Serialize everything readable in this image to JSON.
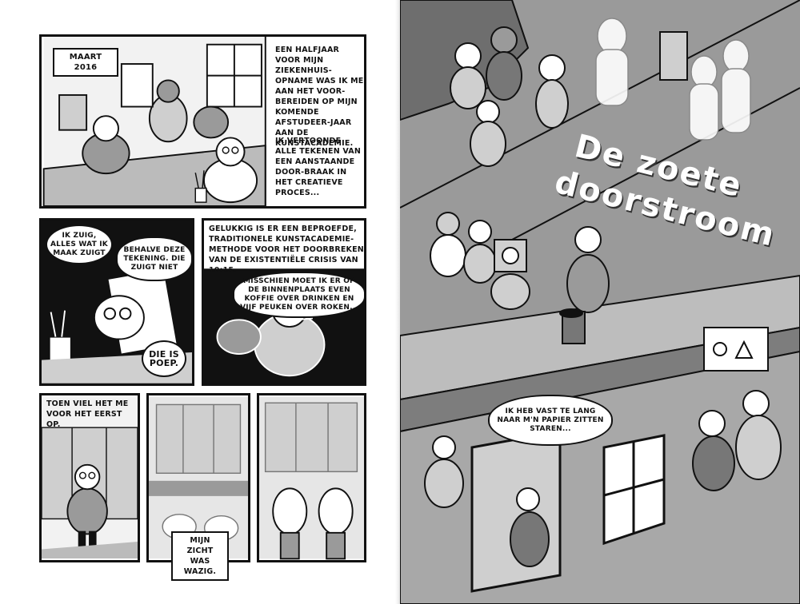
{
  "left_page": {
    "panel1": {
      "date_label": "Maart 2016",
      "caption_1": "Een halfjaar voor mijn ziekenhuis-opname was ik me aan het voor-bereiden op mijn komende afstudeer-jaar aan de kunstacademie.",
      "caption_2": "Ik vertoonde alle tekenen van een aanstaande door-braak in het creatieve proces..."
    },
    "panel2": {
      "bubble_1": "Ik zuig, alles wat ik maak zuigt",
      "bubble_2": "Behalve deze tekening. Die zuigt niet",
      "bubble_3": "Die is poep."
    },
    "panel3": {
      "caption_1": "Gelukkig is er een beproefde, traditionele kunstacademie-methode voor het doorbreken van de existentiële crisis van 10:15.",
      "caption_2": "Misschien moet ik er op de binnenplaats even koffie over drinken en vijf peuken over roken..."
    },
    "panel4": {
      "caption": "Toen viel het me voor het eerst op."
    },
    "panel6": {
      "caption": "Mijn zicht was wazig."
    }
  },
  "right_page": {
    "title_line_1": "De zoete",
    "title_line_2": "doorstroom",
    "speech": "Ik heb vast te lang naar m'n papier zitten staren..."
  },
  "colors": {
    "ink": "#111111",
    "gray": "#9a9a9a",
    "light_gray": "#cfcfcf",
    "paper": "#ffffff"
  }
}
